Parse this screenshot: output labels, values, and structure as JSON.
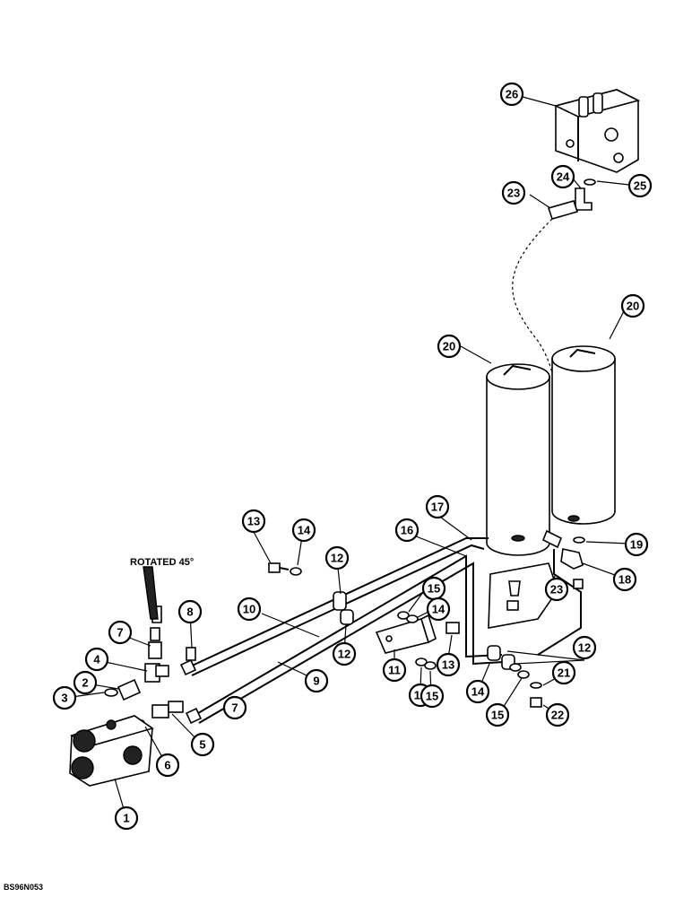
{
  "diagram": {
    "rotation_note": "ROTATED 45°",
    "drawing_id": "BS96N053",
    "callouts": [
      {
        "id": "c1",
        "label": "1"
      },
      {
        "id": "c2",
        "label": "2"
      },
      {
        "id": "c3",
        "label": "3"
      },
      {
        "id": "c4",
        "label": "4"
      },
      {
        "id": "c5",
        "label": "5"
      },
      {
        "id": "c6",
        "label": "6"
      },
      {
        "id": "c7a",
        "label": "7"
      },
      {
        "id": "c7b",
        "label": "7"
      },
      {
        "id": "c8",
        "label": "8"
      },
      {
        "id": "c9",
        "label": "9"
      },
      {
        "id": "c10",
        "label": "10"
      },
      {
        "id": "c11",
        "label": "11"
      },
      {
        "id": "c12a",
        "label": "12"
      },
      {
        "id": "c12b",
        "label": "12"
      },
      {
        "id": "c12c",
        "label": "12"
      },
      {
        "id": "c13a",
        "label": "13"
      },
      {
        "id": "c13b",
        "label": "13"
      },
      {
        "id": "c14a",
        "label": "14"
      },
      {
        "id": "c14b",
        "label": "14"
      },
      {
        "id": "c14c",
        "label": "14"
      },
      {
        "id": "c14d",
        "label": "14"
      },
      {
        "id": "c15a",
        "label": "15"
      },
      {
        "id": "c15b",
        "label": "15"
      },
      {
        "id": "c15c",
        "label": "15"
      },
      {
        "id": "c16",
        "label": "16"
      },
      {
        "id": "c17",
        "label": "17"
      },
      {
        "id": "c18",
        "label": "18"
      },
      {
        "id": "c19",
        "label": "19"
      },
      {
        "id": "c20a",
        "label": "20"
      },
      {
        "id": "c20b",
        "label": "20"
      },
      {
        "id": "c21",
        "label": "21"
      },
      {
        "id": "c22",
        "label": "22"
      },
      {
        "id": "c23a",
        "label": "23"
      },
      {
        "id": "c23b",
        "label": "23"
      },
      {
        "id": "c24",
        "label": "24"
      },
      {
        "id": "c25",
        "label": "25"
      },
      {
        "id": "c26",
        "label": "26"
      }
    ]
  }
}
